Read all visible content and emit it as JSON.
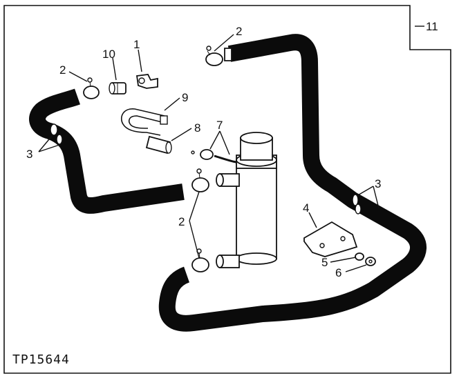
{
  "diagram": {
    "figure_id": "TP15644",
    "callouts": {
      "c1": "1",
      "c2a": "2",
      "c2b": "2",
      "c2c": "2",
      "c3a": "3",
      "c3b": "3",
      "c4": "4",
      "c5": "5",
      "c6": "6",
      "c7": "7",
      "c8": "8",
      "c9": "9",
      "c10": "10",
      "c11": "11"
    }
  }
}
